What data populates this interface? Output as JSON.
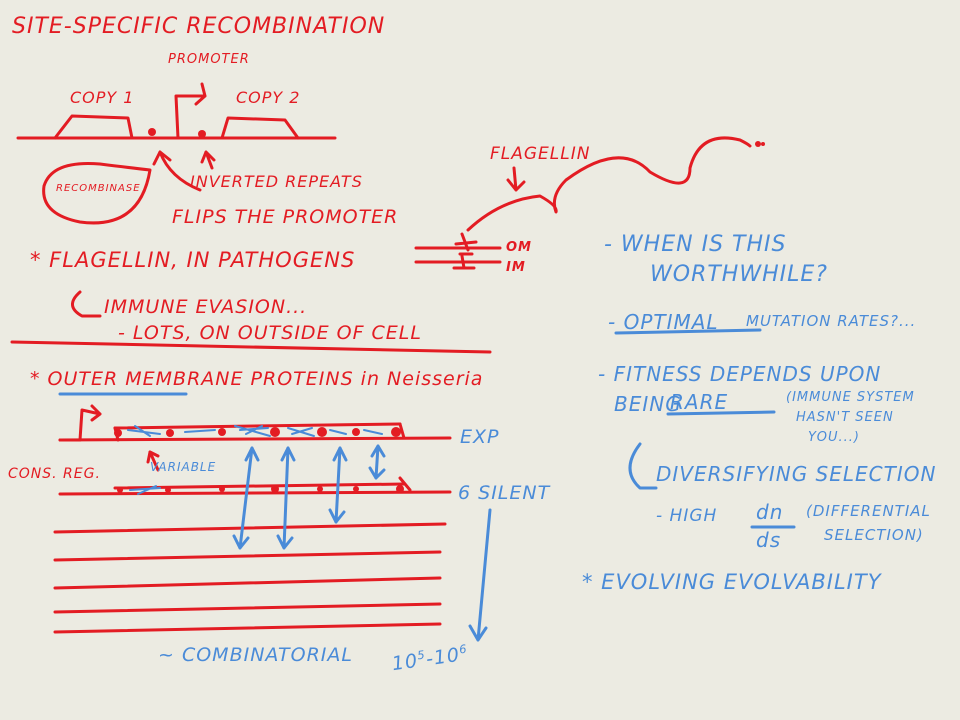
{
  "colors": {
    "background": "#ecebe2",
    "red_ink": "#e31c23",
    "blue_ink": "#4a8bd8"
  },
  "left": {
    "title": "SITE-SPECIFIC RECOMBINATION",
    "promoter": "PROMOTER",
    "copy1": "COPY 1",
    "copy2": "COPY 2",
    "recombinase": "RECOMBINASE",
    "inverted_repeats": "INVERTED REPEATS",
    "flips": "FLIPS THE PROMOTER",
    "flagellin_pathogens": "* FLAGELLIN, IN PATHOGENS",
    "immune_evasion": "IMMUNE EVASION...",
    "lots_outside": "- LOTS, ON OUTSIDE OF CELL",
    "outer_membrane": "* OUTER MEMBRANE PROTEINS in Neisseria",
    "cons_reg": "CONS. REG.",
    "variable": "VARIABLE",
    "exp": "EXP",
    "silent": "6 SILENT",
    "combinatorial": "~ COMBINATORIAL",
    "range_base1": "10",
    "range_exp1": "5",
    "range_sep": "-10",
    "range_exp2": "6"
  },
  "flagellum": {
    "label": "FLAGELLIN",
    "om": "OM",
    "im": "IM"
  },
  "right": {
    "q1": "- WHEN IS THIS",
    "q2": "WORTHWHILE?",
    "optimal_1": "- OPTIMAL",
    "optimal_2": "MUTATION RATES?...",
    "fitness": "- FITNESS DEPENDS UPON",
    "being": "BEING",
    "rare": "RARE",
    "immune_paren_1": "(IMMUNE SYSTEM",
    "immune_paren_2": "HASN'T SEEN",
    "immune_paren_3": "YOU...)",
    "diversifying": "DIVERSIFYING SELECTION",
    "high": "- HIGH",
    "dn": "dn",
    "ds": "ds",
    "differential_1": "(DIFFERENTIAL",
    "differential_2": "SELECTION)",
    "evolving": "* EVOLVING EVOLVABILITY"
  }
}
